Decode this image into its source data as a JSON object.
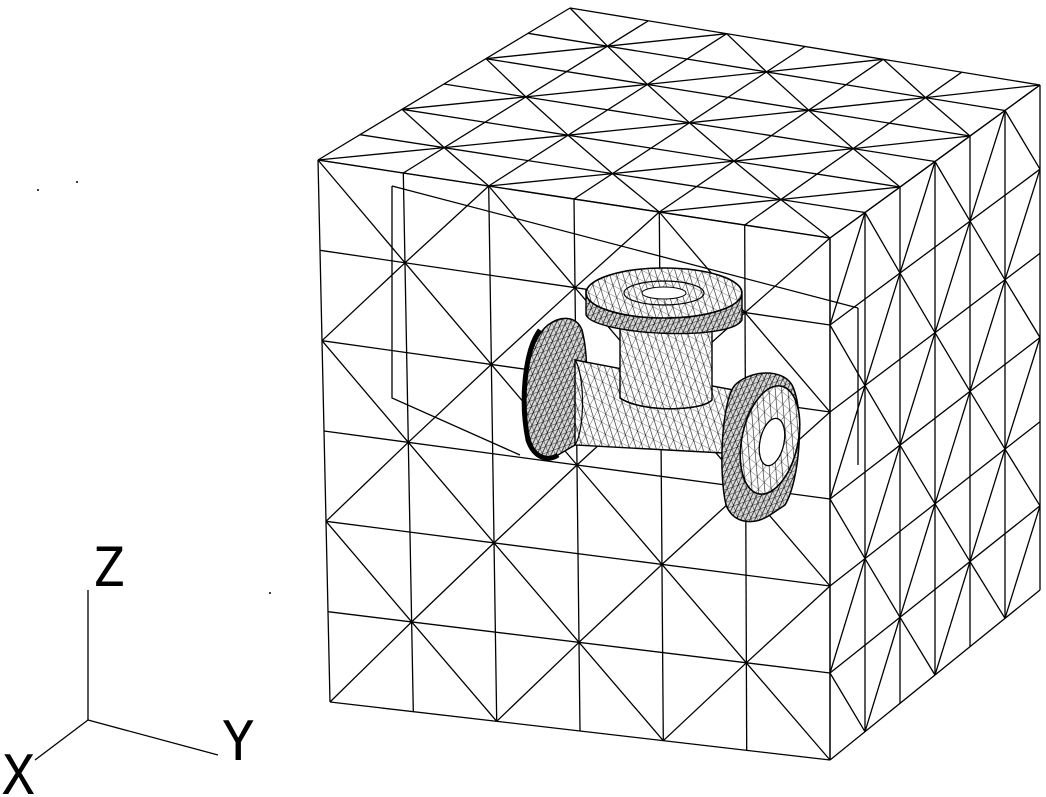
{
  "figure": {
    "type": "finite element tetrahedral mesh",
    "line_color": "#000000",
    "background": "#ffffff"
  },
  "axes": {
    "z_label": "Z",
    "y_label": "Y",
    "x_label": "X"
  },
  "outer_mesh": {
    "shape": "box",
    "grid_divisions": 6
  },
  "part": {
    "shape": "pipe tee with three flanges"
  }
}
